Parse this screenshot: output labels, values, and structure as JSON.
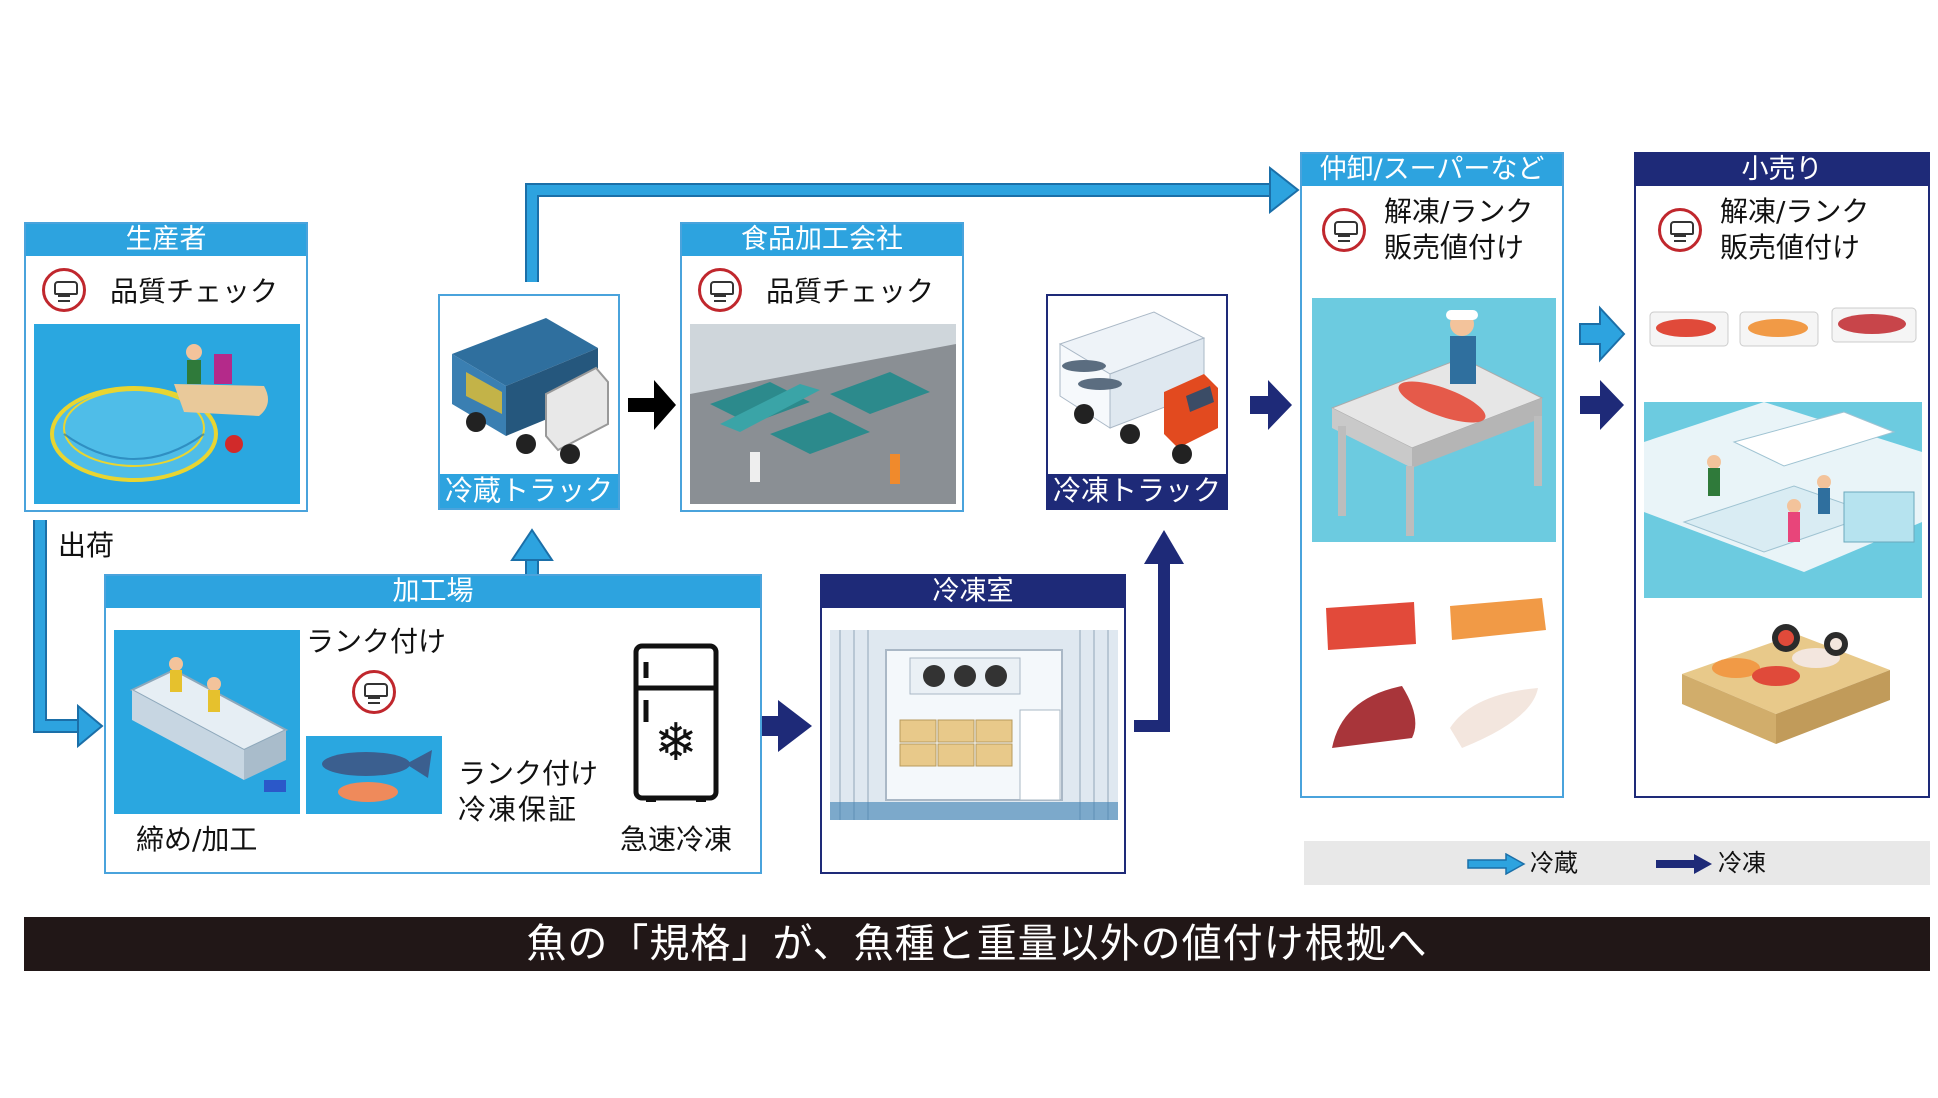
{
  "producer": {
    "header": "生産者",
    "check_label": "品質チェック"
  },
  "ship_label": "出荷",
  "processing_plant": {
    "header": "加工場",
    "rank_label": "ランク付け",
    "process_label": "締め/加工",
    "rank_freeze_line1": "ランク付け",
    "rank_freeze_line2": "冷凍保証",
    "quick_freeze_label": "急速冷凍"
  },
  "chilled_truck": {
    "label": "冷蔵トラック"
  },
  "food_company": {
    "header": "食品加工会社",
    "check_label": "品質チェック"
  },
  "frozen_truck": {
    "label": "冷凍トラック"
  },
  "freezer_room": {
    "header": "冷凍室"
  },
  "wholesale": {
    "header": "仲卸/スーパーなど",
    "line1": "解凍/ランク",
    "line2": "販売値付け"
  },
  "retail": {
    "header": "小売り",
    "line1": "解凍/ランク",
    "line2": "販売値付け"
  },
  "legend": {
    "chilled": "冷蔵",
    "frozen": "冷凍"
  },
  "colors": {
    "chilled": "#2da3df",
    "frozen": "#1e2a78",
    "check_icon": "#c0272d",
    "banner": "#211717"
  },
  "banner": {
    "text": "魚の「規格」が、魚種と重量以外の値付け根拠へ"
  }
}
